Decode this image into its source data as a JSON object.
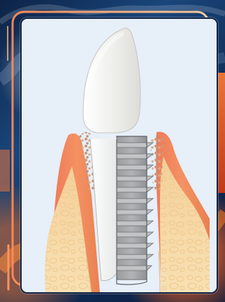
{
  "figure": {
    "colors": {
      "background": "#10284f",
      "panel": "#e7eff9",
      "gum": "#e98a57",
      "bone": "#f3d79f",
      "crown": "#f3f3ef",
      "implant": "#a3a5a7"
    },
    "parts": [
      {
        "name": "crown"
      },
      {
        "name": "abutment"
      },
      {
        "name": "implant"
      },
      {
        "name": "gum"
      },
      {
        "name": "bone"
      }
    ]
  }
}
